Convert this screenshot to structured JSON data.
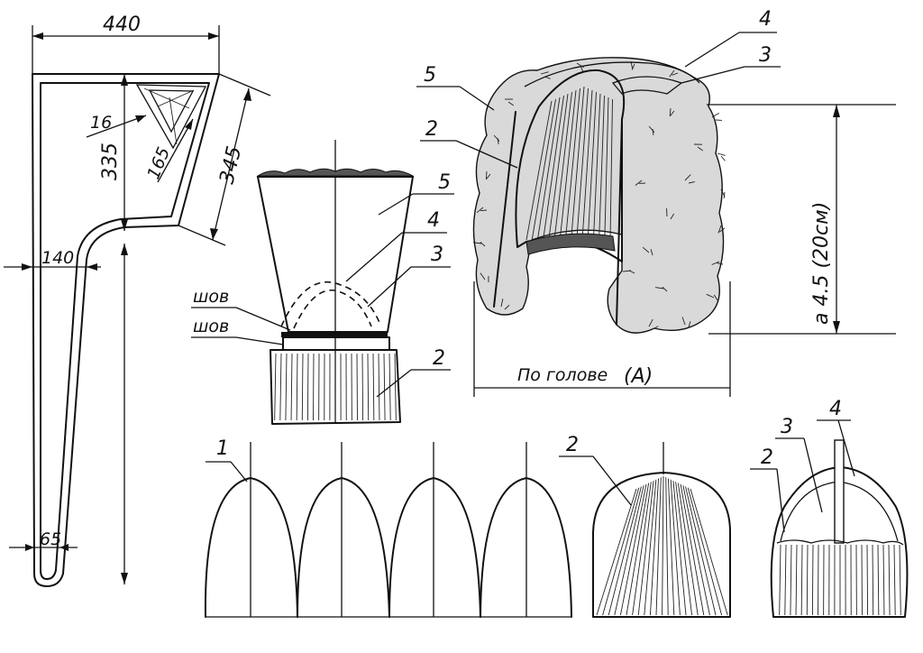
{
  "dimensions": {
    "width_top": "440",
    "height_upper": "335",
    "slant_length": "345",
    "inner_small": "16",
    "inner_diag": "165",
    "neck_width": "140",
    "bottom_width": "65"
  },
  "labels": {
    "seam_1": "шов",
    "seam_2": "шов",
    "head_circ": "По голове",
    "head_circ_var": "(A)",
    "height_note": "a 4.5 (20см)"
  },
  "part_numbers": {
    "p1": "1",
    "p2_flat": "2",
    "p2_dome": "2",
    "p3_dome": "3",
    "p4_dome": "4",
    "cone_5": "5",
    "cone_4": "4",
    "cone_3": "3",
    "cone_2": "2",
    "hat_5": "5",
    "hat_4": "4",
    "hat_3": "3",
    "hat_2": "2"
  }
}
